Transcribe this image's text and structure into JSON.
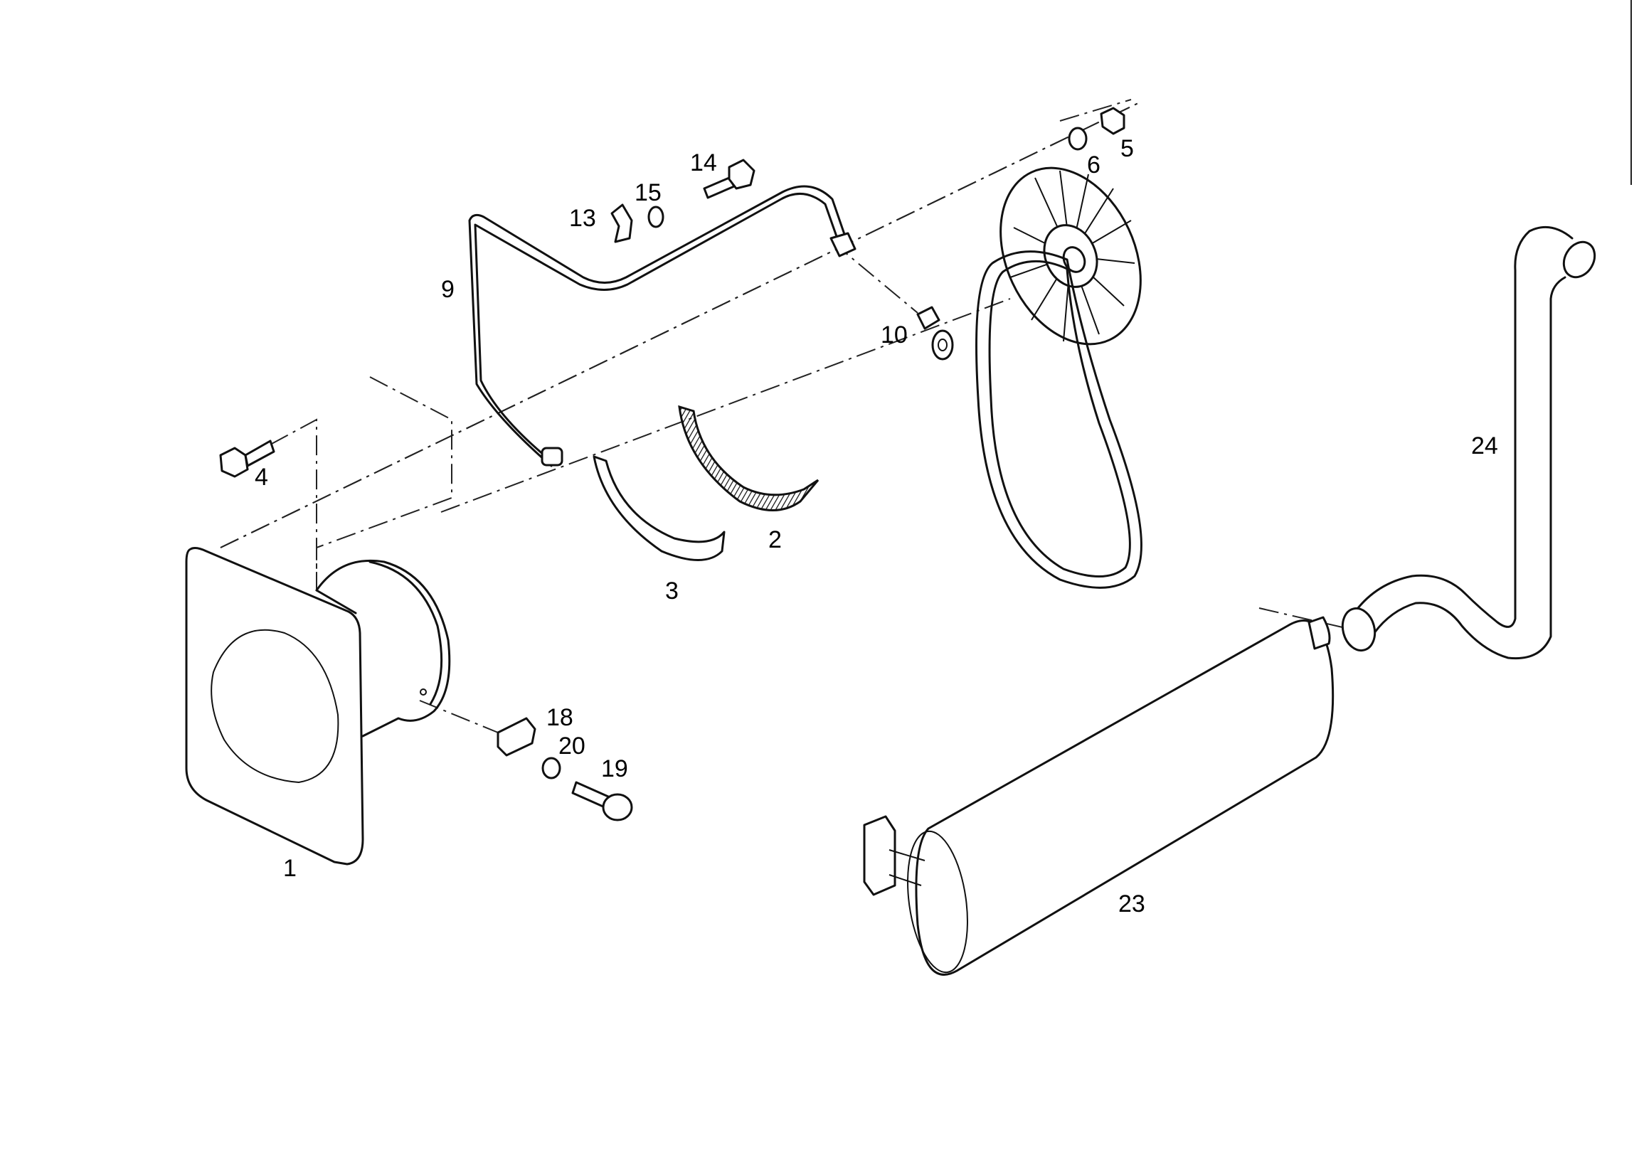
{
  "diagram": {
    "type": "exploded-parts-view",
    "callouts": [
      {
        "id": "c1",
        "label": "1",
        "part": "heat-exchanger-housing"
      },
      {
        "id": "c2",
        "label": "2",
        "part": "clamp-band-with-lining"
      },
      {
        "id": "c3",
        "label": "3",
        "part": "clamp-band"
      },
      {
        "id": "c4",
        "label": "4",
        "part": "bolt"
      },
      {
        "id": "c5",
        "label": "5",
        "part": "nut"
      },
      {
        "id": "c6",
        "label": "6",
        "part": "washer"
      },
      {
        "id": "c9",
        "label": "9",
        "part": "pipe-line"
      },
      {
        "id": "c10",
        "label": "10",
        "part": "banjo-fitting"
      },
      {
        "id": "c13",
        "label": "13",
        "part": "pipe-clip"
      },
      {
        "id": "c14",
        "label": "14",
        "part": "screw"
      },
      {
        "id": "c15",
        "label": "15",
        "part": "spring-washer"
      },
      {
        "id": "c18",
        "label": "18",
        "part": "bracket-clip"
      },
      {
        "id": "c19",
        "label": "19",
        "part": "bolt"
      },
      {
        "id": "c20",
        "label": "20",
        "part": "washer"
      },
      {
        "id": "c23",
        "label": "23",
        "part": "muffler"
      },
      {
        "id": "c24",
        "label": "24",
        "part": "tail-pipe"
      }
    ]
  }
}
